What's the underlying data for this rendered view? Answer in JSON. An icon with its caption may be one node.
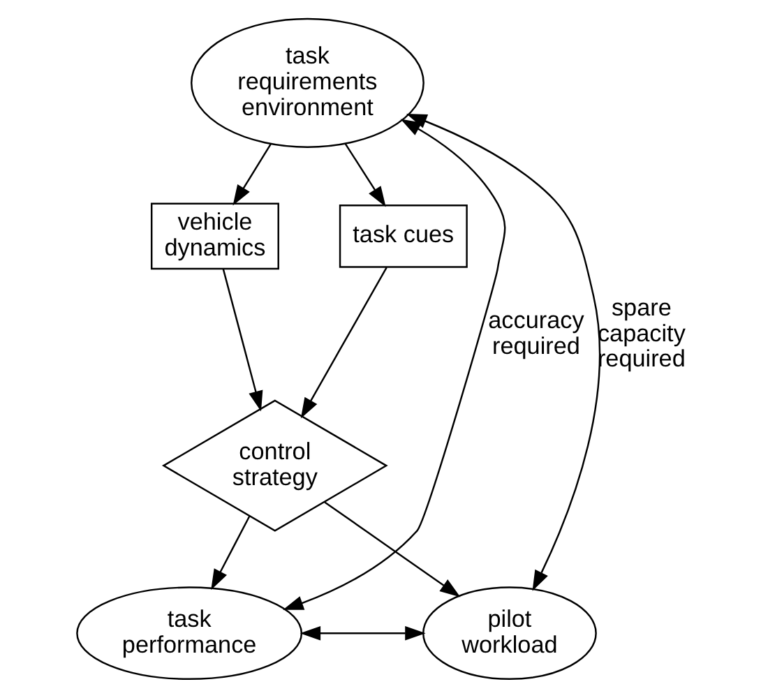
{
  "diagram": {
    "nodes": [
      {
        "text": [
          "task requirements environment"
        ]
      },
      {
        "text": [
          "vehicle dynamics"
        ]
      },
      {
        "text": [
          "task cues"
        ]
      },
      {
        "text": [
          "control strategy"
        ]
      },
      {
        "text": [
          "task performance"
        ]
      },
      {
        "text": [
          "pilot workload"
        ]
      }
    ],
    "edges": [
      {
        "from": 0,
        "to": 1,
        "arrow": "to"
      },
      {
        "from": 0,
        "to": 2,
        "arrow": "to"
      },
      {
        "from": 1,
        "to": 3,
        "arrow": "to"
      },
      {
        "from": 2,
        "to": 3,
        "arrow": "to"
      },
      {
        "from": 3,
        "to": 4,
        "arrow": "to"
      },
      {
        "from": 3,
        "to": 5,
        "arrow": "to"
      },
      {
        "from": 4,
        "to": 5,
        "arrow": "both"
      },
      {
        "from": 4,
        "to": 0,
        "arrow": "both",
        "label": "accuracy required"
      },
      {
        "from": 5,
        "to": 0,
        "arrow": "both",
        "label": "spare capacity required"
      }
    ]
  }
}
